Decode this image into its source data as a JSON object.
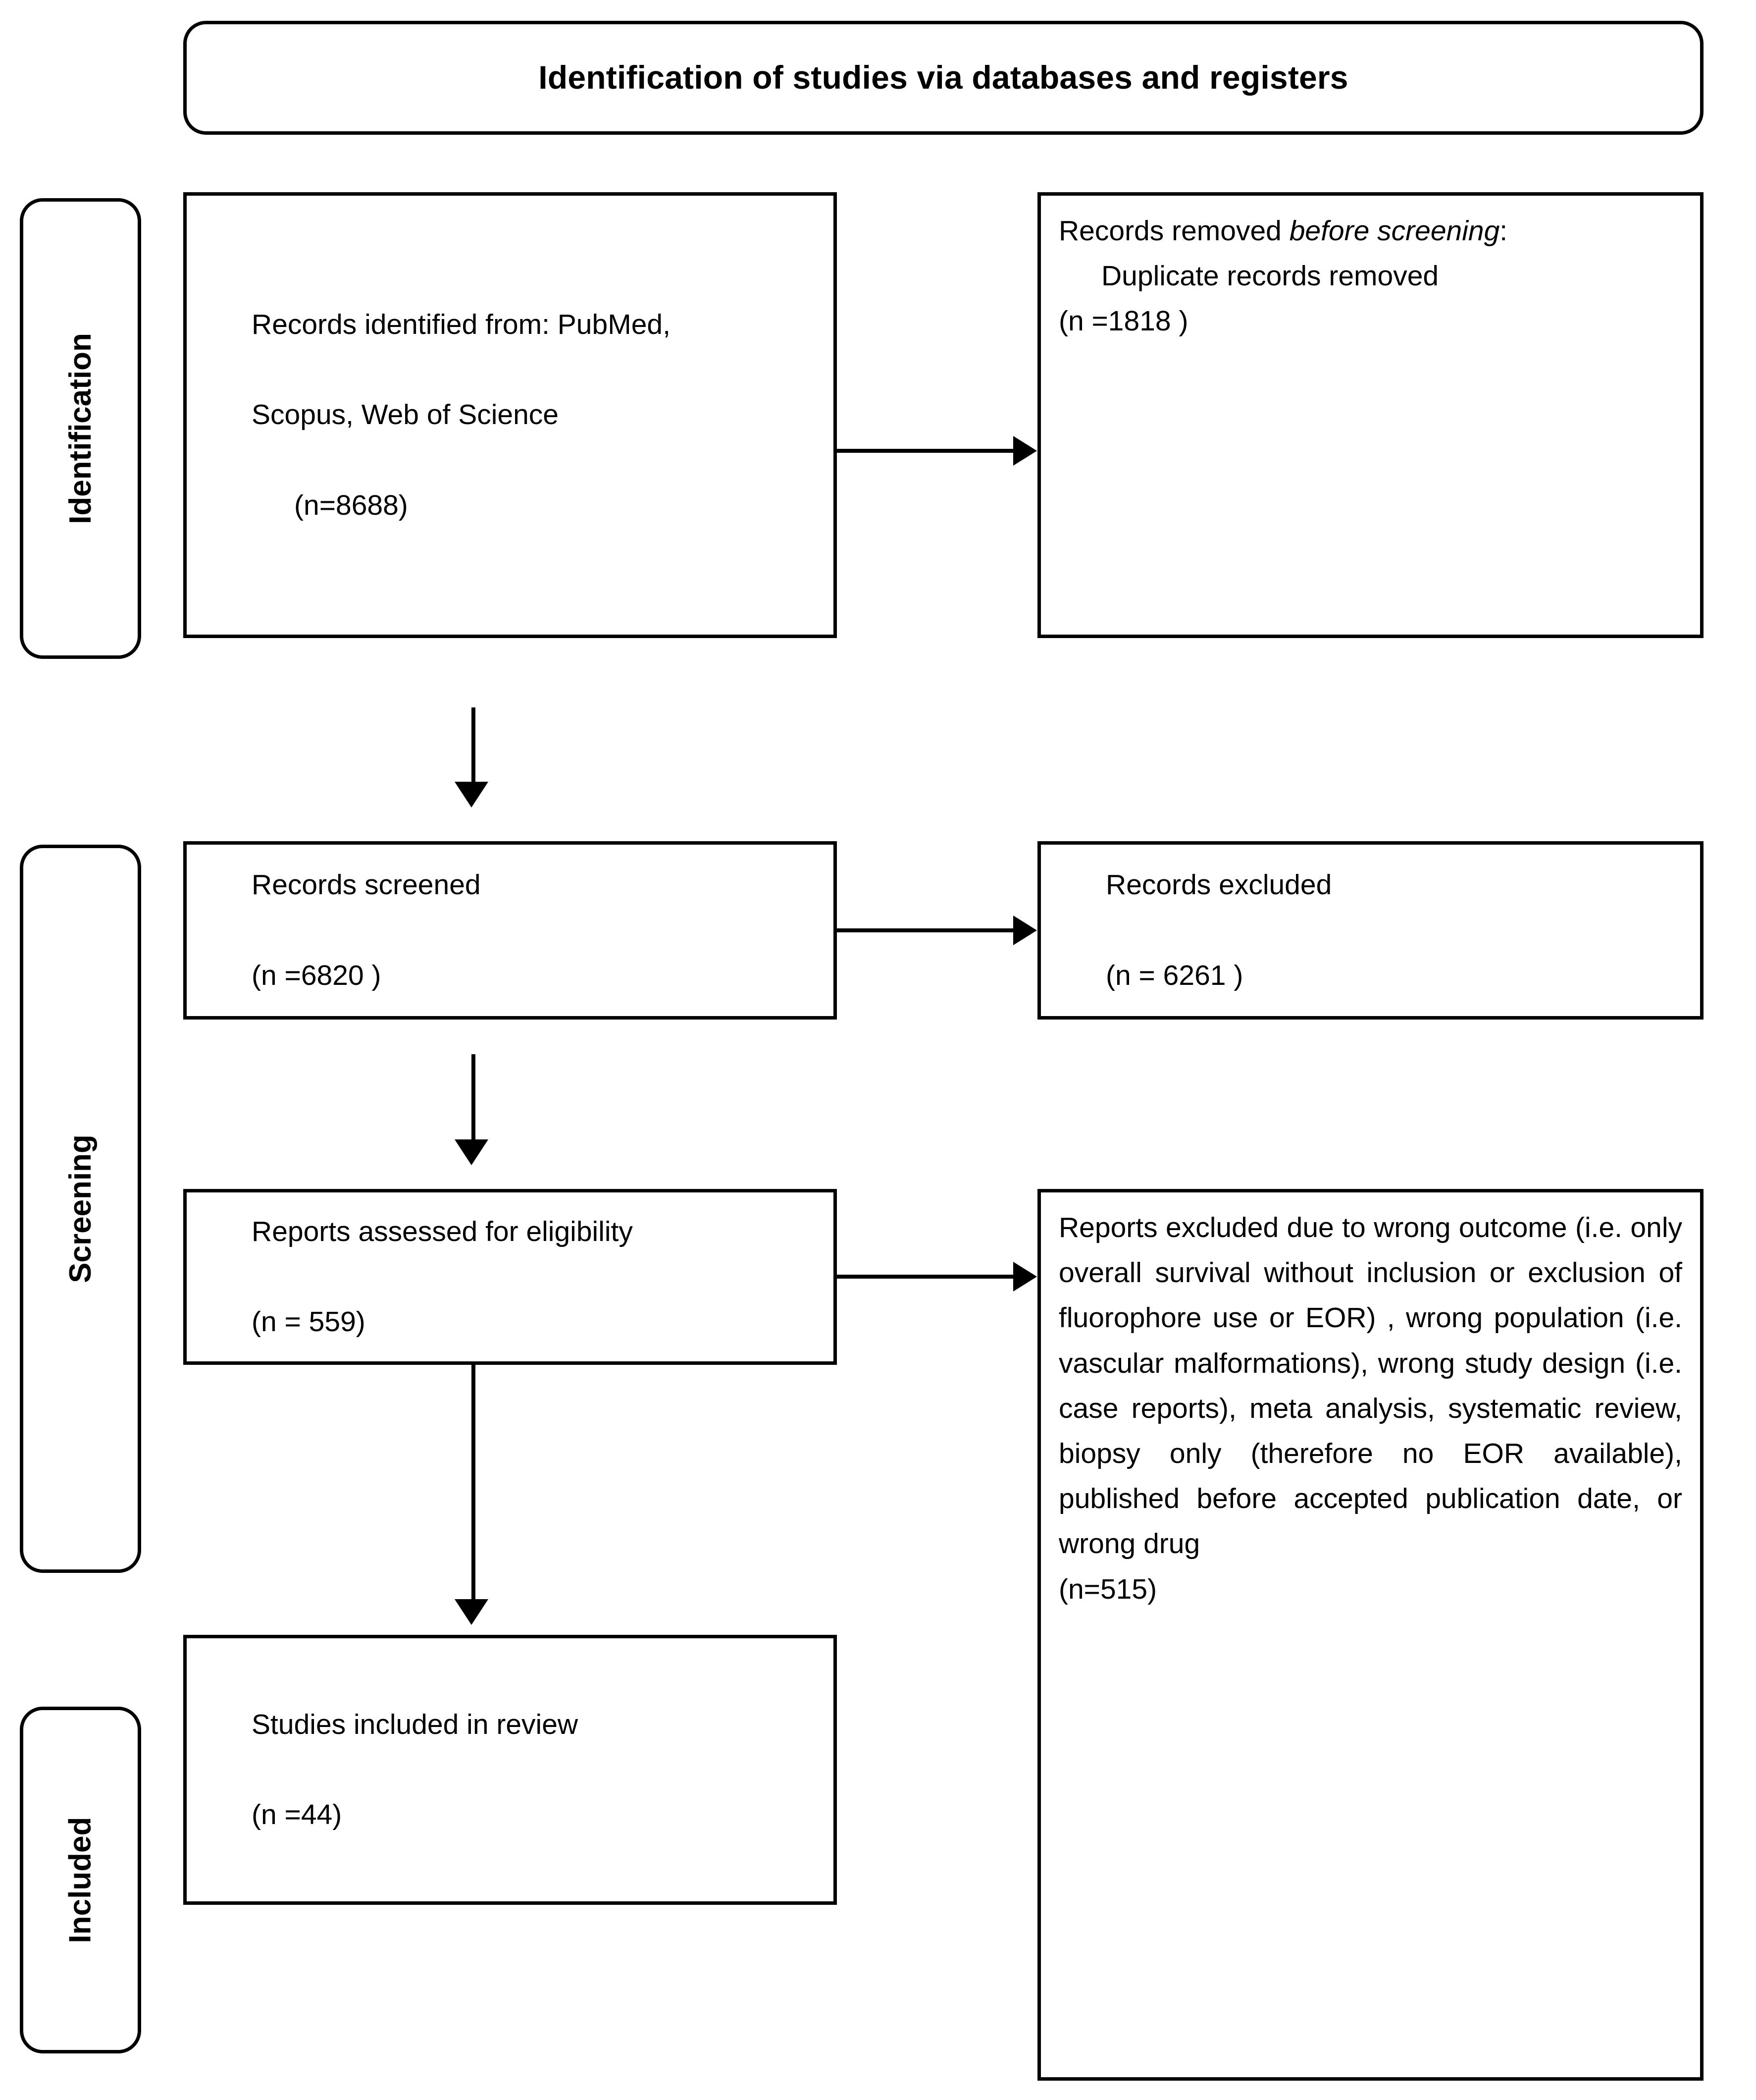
{
  "diagram": {
    "title": "Identification of studies via databases and registers",
    "type": "prisma-flow-diagram"
  },
  "stages": [
    {
      "id": "identification",
      "label": "Identification"
    },
    {
      "id": "screening",
      "label": "Screening"
    },
    {
      "id": "included",
      "label": "Included"
    }
  ],
  "boxes": {
    "identified": {
      "line1": "Records identified from: PubMed,",
      "line2": "Scopus, Web of Science",
      "count_label": "(n=8688)"
    },
    "removed_before_screening": {
      "lead": "Records removed ",
      "lead_italic": "before screening",
      "lead_tail": ":",
      "detail": "Duplicate records removed",
      "count_label": "(n =1818 )"
    },
    "screened": {
      "label": "Records screened",
      "count_label": "(n =6820 )"
    },
    "records_excluded": {
      "label": "Records excluded",
      "count_label": "(n = 6261 )"
    },
    "assessed": {
      "label": "Reports assessed for eligibility",
      "count_label": "(n = 559)"
    },
    "reports_excluded": {
      "body": "Reports excluded due to wrong outcome (i.e. only overall survival without inclusion or exclusion of fluorophore use or EOR) , wrong population (i.e. vascular malformations), wrong study design (i.e. case reports), meta analysis, systematic review, biopsy only (therefore no EOR available), published before accepted publication date, or wrong drug",
      "count_label": "(n=515)"
    },
    "included_in_review": {
      "label": "Studies included in review",
      "count_label": "(n =44)"
    }
  },
  "chart_data": {
    "type": "flow",
    "title": "Identification of studies via databases and registers",
    "nodes": [
      {
        "id": "identified",
        "stage": "Identification",
        "text": "Records identified from: PubMed, Scopus, Web of Science",
        "n": 8688
      },
      {
        "id": "removed_before_screening",
        "stage": "Identification",
        "text": "Records removed before screening: Duplicate records removed",
        "n": 1818
      },
      {
        "id": "screened",
        "stage": "Screening",
        "text": "Records screened",
        "n": 6820
      },
      {
        "id": "records_excluded",
        "stage": "Screening",
        "text": "Records excluded",
        "n": 6261
      },
      {
        "id": "assessed",
        "stage": "Screening",
        "text": "Reports assessed for eligibility",
        "n": 559
      },
      {
        "id": "reports_excluded",
        "stage": "Screening",
        "text": "Reports excluded due to wrong outcome, wrong population, wrong study design, meta analysis, systematic review, biopsy only, published before accepted publication date, or wrong drug",
        "n": 515
      },
      {
        "id": "included_in_review",
        "stage": "Included",
        "text": "Studies included in review",
        "n": 44
      }
    ],
    "edges": [
      {
        "from": "identified",
        "to": "removed_before_screening",
        "direction": "right"
      },
      {
        "from": "identified",
        "to": "screened",
        "direction": "down"
      },
      {
        "from": "screened",
        "to": "records_excluded",
        "direction": "right"
      },
      {
        "from": "screened",
        "to": "assessed",
        "direction": "down"
      },
      {
        "from": "assessed",
        "to": "reports_excluded",
        "direction": "right"
      },
      {
        "from": "assessed",
        "to": "included_in_review",
        "direction": "down"
      }
    ],
    "colors": {
      "stroke": "#000000",
      "background": "#ffffff"
    }
  }
}
